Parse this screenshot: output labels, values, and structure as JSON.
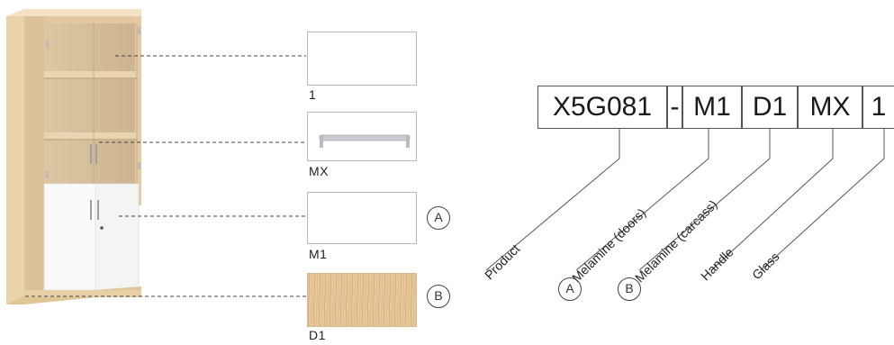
{
  "swatches": [
    {
      "label": "1",
      "badge": ""
    },
    {
      "label": "MX",
      "badge": ""
    },
    {
      "label": "M1",
      "badge": "A"
    },
    {
      "label": "D1",
      "badge": "B"
    }
  ],
  "code": {
    "segments": [
      "X5G081",
      "-",
      "M1",
      "D1",
      "MX",
      "1"
    ]
  },
  "legend": {
    "items": [
      "Product",
      "Melamine (doors)",
      "Melamine (carcass)",
      "Handle",
      "Glass"
    ],
    "badge_a": "A",
    "badge_b": "B"
  },
  "colors": {
    "oak": "#e6cfa3",
    "oak_dark": "#cfb283",
    "white_door": "#f7f7f7",
    "line": "#555555"
  }
}
